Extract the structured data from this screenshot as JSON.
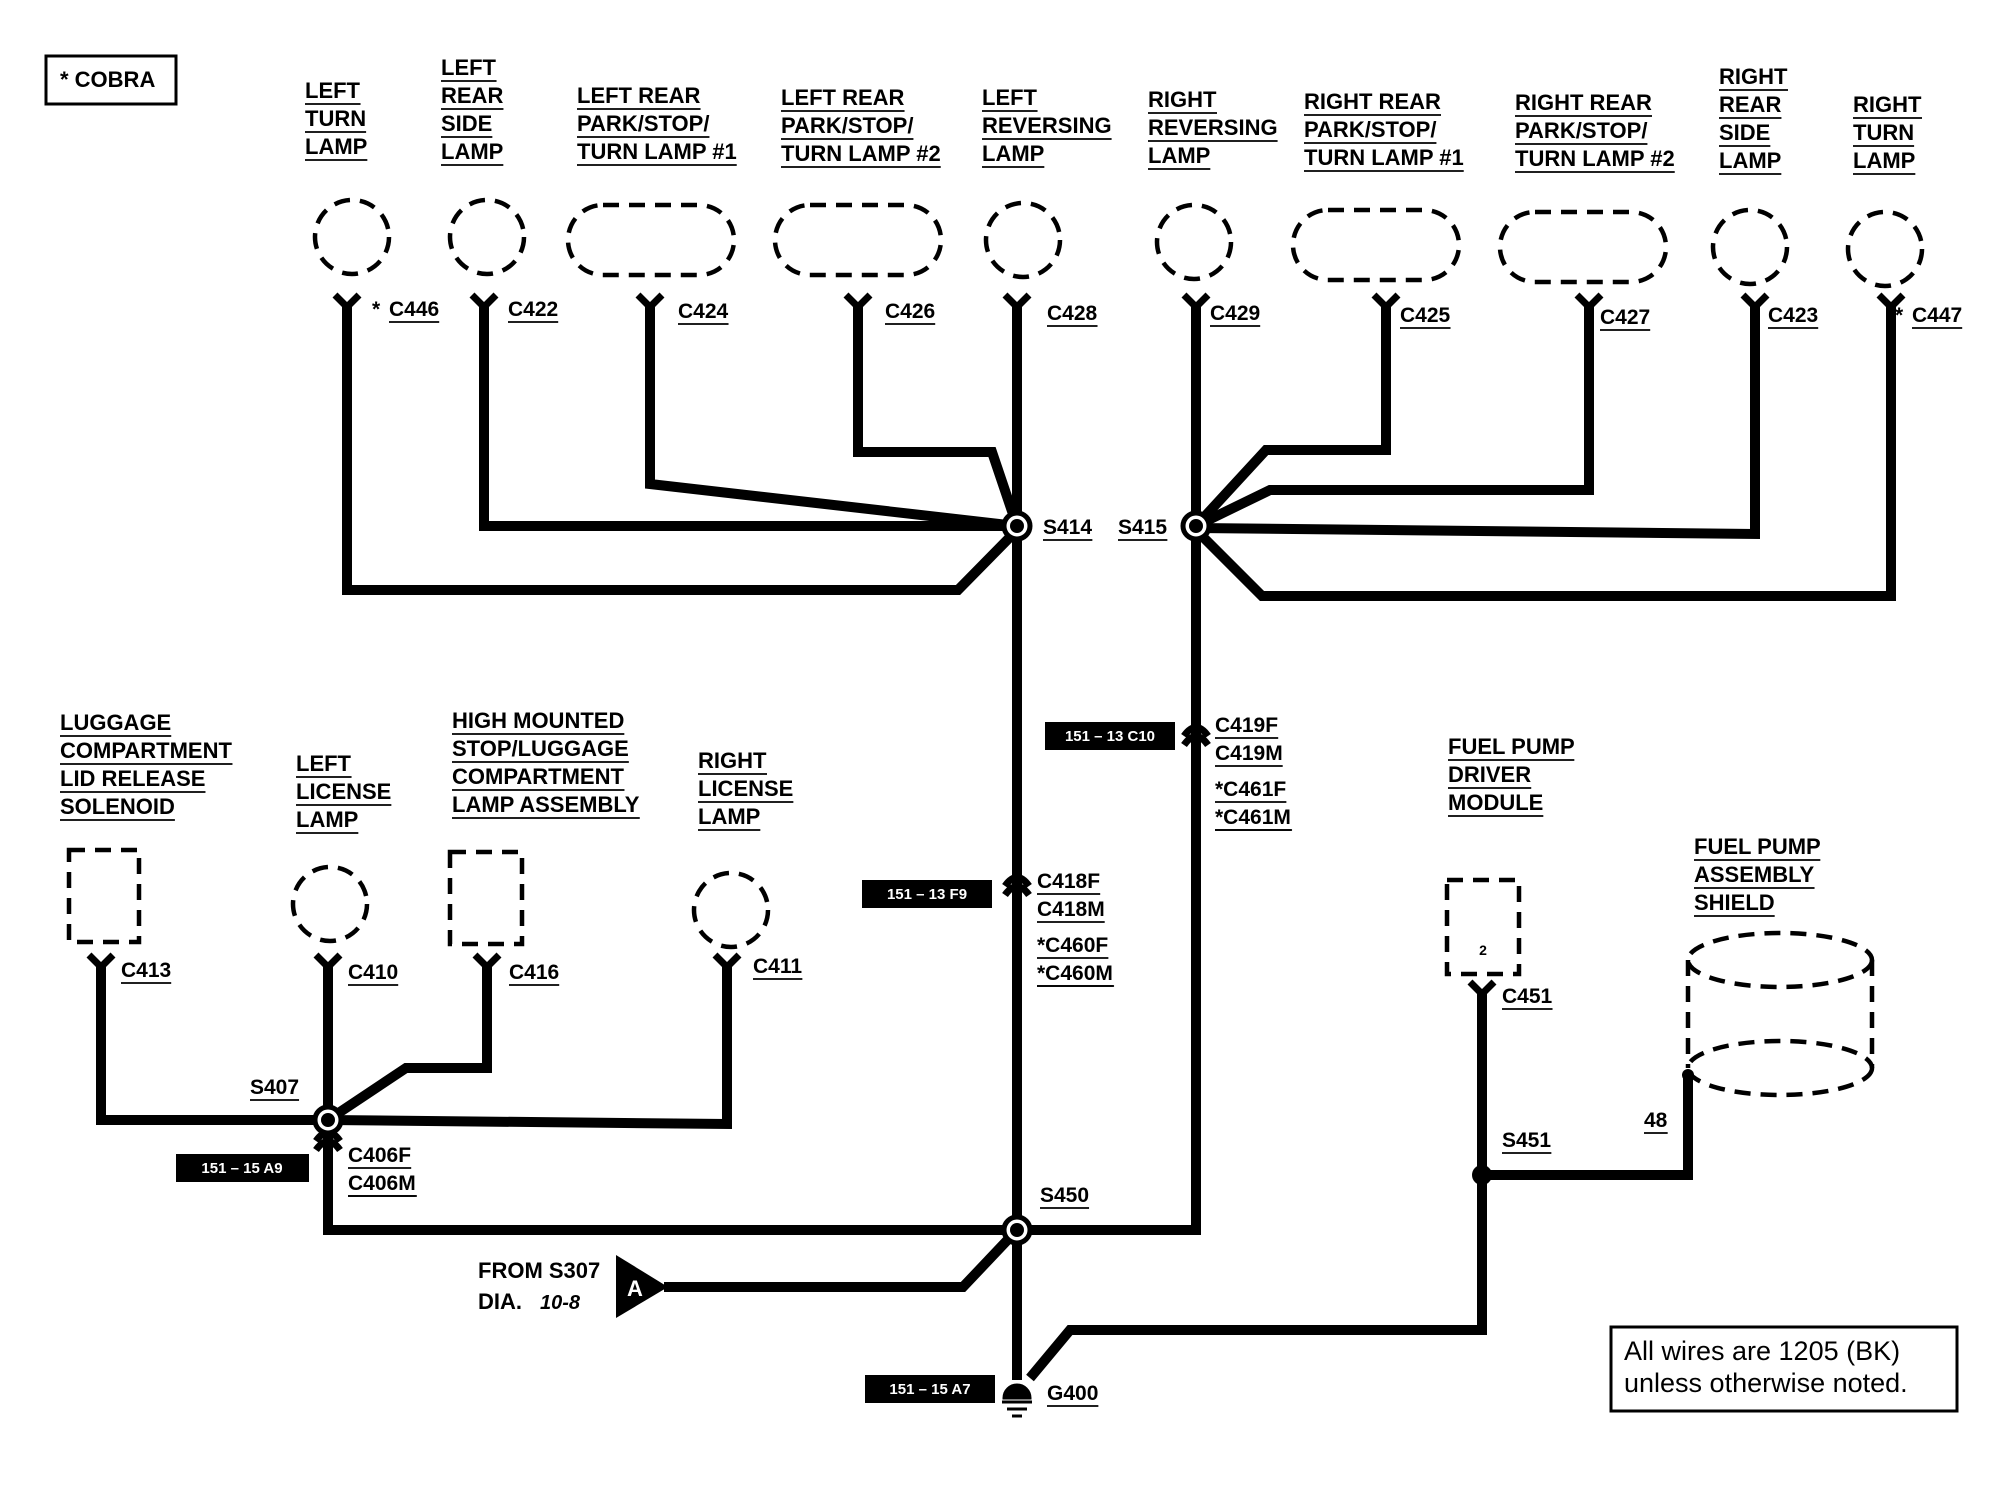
{
  "legend": {
    "cobra": "* COBRA"
  },
  "note": {
    "line1": "All wires are 1205 (BK)",
    "line2": "unless otherwise noted."
  },
  "components": {
    "left_turn": [
      "LEFT",
      "TURN",
      "LAMP"
    ],
    "left_rear_side": [
      "LEFT",
      "REAR",
      "SIDE",
      "LAMP"
    ],
    "left_rear_pst1": [
      "LEFT REAR",
      "PARK/STOP/",
      "TURN LAMP #1"
    ],
    "left_rear_pst2": [
      "LEFT REAR",
      "PARK/STOP/",
      "TURN LAMP #2"
    ],
    "left_reversing": [
      "LEFT",
      "REVERSING",
      "LAMP"
    ],
    "right_reversing": [
      "RIGHT",
      "REVERSING",
      "LAMP"
    ],
    "right_rear_pst1": [
      "RIGHT REAR",
      "PARK/STOP/",
      "TURN LAMP #1"
    ],
    "right_rear_pst2": [
      "RIGHT REAR",
      "PARK/STOP/",
      "TURN LAMP #2"
    ],
    "right_rear_side": [
      "RIGHT",
      "REAR",
      "SIDE",
      "LAMP"
    ],
    "right_turn": [
      "RIGHT",
      "TURN",
      "LAMP"
    ],
    "luggage_solenoid": [
      "LUGGAGE",
      "COMPARTMENT",
      "LID RELEASE",
      "SOLENOID"
    ],
    "left_license": [
      "LEFT",
      "LICENSE",
      "LAMP"
    ],
    "high_mounted": [
      "HIGH MOUNTED",
      "STOP/LUGGAGE",
      "COMPARTMENT",
      "LAMP ASSEMBLY"
    ],
    "right_license": [
      "RIGHT",
      "LICENSE",
      "LAMP"
    ],
    "fuel_pump_driver": [
      "FUEL PUMP",
      "DRIVER",
      "MODULE"
    ],
    "fuel_pump_shield": [
      "FUEL PUMP",
      "ASSEMBLY",
      "SHIELD"
    ]
  },
  "connectors": {
    "c446": "C446",
    "c422": "C422",
    "c424": "C424",
    "c426": "C426",
    "c428": "C428",
    "c429": "C429",
    "c425": "C425",
    "c427": "C427",
    "c423": "C423",
    "c447": "C447",
    "c413": "C413",
    "c410": "C410",
    "c416": "C416",
    "c411": "C411",
    "c451": "C451",
    "c419": [
      "C419F",
      "C419M",
      "*C461F",
      "*C461M"
    ],
    "c418": [
      "C418F",
      "C418M",
      "*C460F",
      "*C460M"
    ],
    "c406": [
      "C406F",
      "C406M"
    ]
  },
  "cobra_mark": "*",
  "pin_2": "2",
  "splices": {
    "s414": "S414",
    "s415": "S415",
    "s407": "S407",
    "s450": "S450",
    "s451": "S451"
  },
  "ground": "G400",
  "circuit_48": "48",
  "from_s307": {
    "line1": "FROM S307",
    "dia": "DIA.",
    "dia_num": "10-8",
    "arrow": "A"
  },
  "ref_tags": {
    "c10": "151 – 13 C10",
    "f9": "151 – 13 F9",
    "a9": "151 – 15 A9",
    "a7": "151 – 15 A7"
  }
}
